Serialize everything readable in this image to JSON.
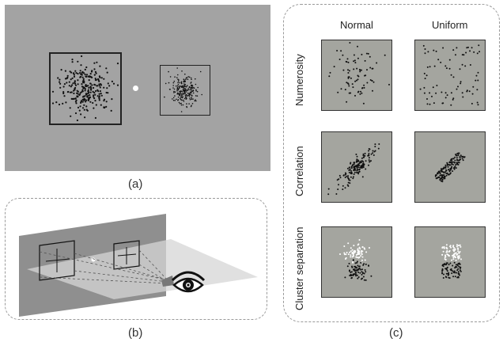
{
  "captions": {
    "a": "(a)",
    "b": "(b)",
    "c": "(c)"
  },
  "panel_c": {
    "columns": [
      "Normal",
      "Uniform"
    ],
    "rows": [
      "Numerosity",
      "Correlation",
      "Cluster separation"
    ]
  },
  "colors": {
    "stimulus_background": "#a3a3a3",
    "thumb_background": "#a4a59f",
    "frame": "#222222",
    "points": "#111111",
    "white_points": "#ffffff",
    "dashed_border": "#9a9a9a"
  },
  "icons": [
    "eye-icon",
    "fixation-dot",
    "crosshair-icon",
    "projection-plane"
  ]
}
